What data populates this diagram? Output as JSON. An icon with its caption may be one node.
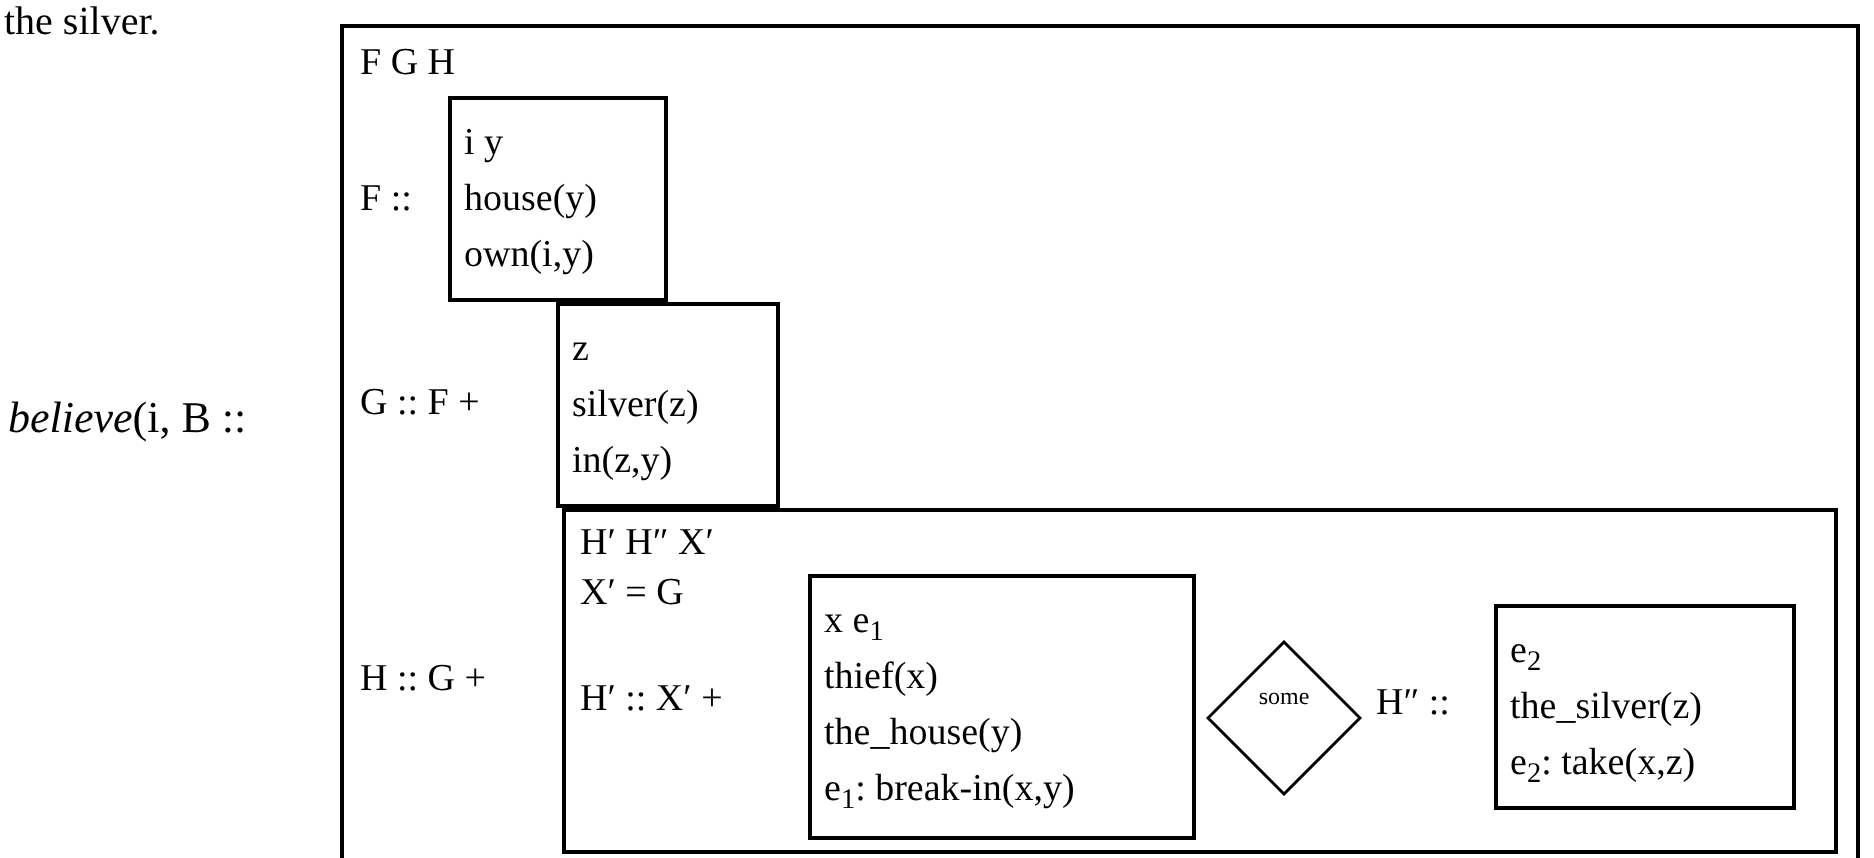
{
  "diagram": {
    "nodes": [
      {
        "text": [
          "F G H",
          "F ::",
          "G :: F +",
          "H :: G +"
        ],
        "beside": [
          "*believe*(i, B ::"
        ]
      },
      {
        "text": [
          "i y",
          "house(y)",
          "own(i,y)"
        ],
        "in": 0
      },
      {
        "text": [
          "z",
          "silver(z)",
          "in(z,y)"
        ],
        "in": 0
      },
      {
        "text": [
          "H′ H″ X′",
          "X′ = G",
          "H′ :: X′ +",
          "H″ ::"
        ],
        "in": 0
      },
      {
        "text": [
          "x e$_{1}$",
          "thief(x)",
          "the_house(y)",
          "e$_{1}$: break-in(x,y)"
        ],
        "in": 3
      },
      {
        "text": [
          "some"
        ],
        "in": 3
      },
      {
        "text": [
          "e$_{2}$",
          "the_silver(z)",
          "e$_{2}$: take(x,z)"
        ],
        "in": 3
      }
    ],
    "labels": [
      "the silver."
    ]
  }
}
